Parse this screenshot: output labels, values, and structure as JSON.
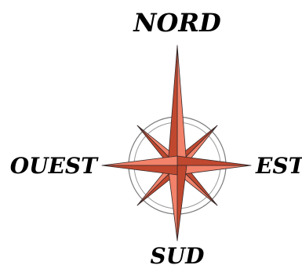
{
  "labels": {
    "north": "NORD",
    "east": "EST",
    "south": "SUD",
    "west": "OUEST"
  },
  "colors": {
    "point_light": "#f2826a",
    "point_dark": "#c0482f",
    "outline": "#3a2a2a",
    "ring": "#777777",
    "text": "#000000"
  },
  "icons": {
    "center": "compass-rose-icon"
  }
}
